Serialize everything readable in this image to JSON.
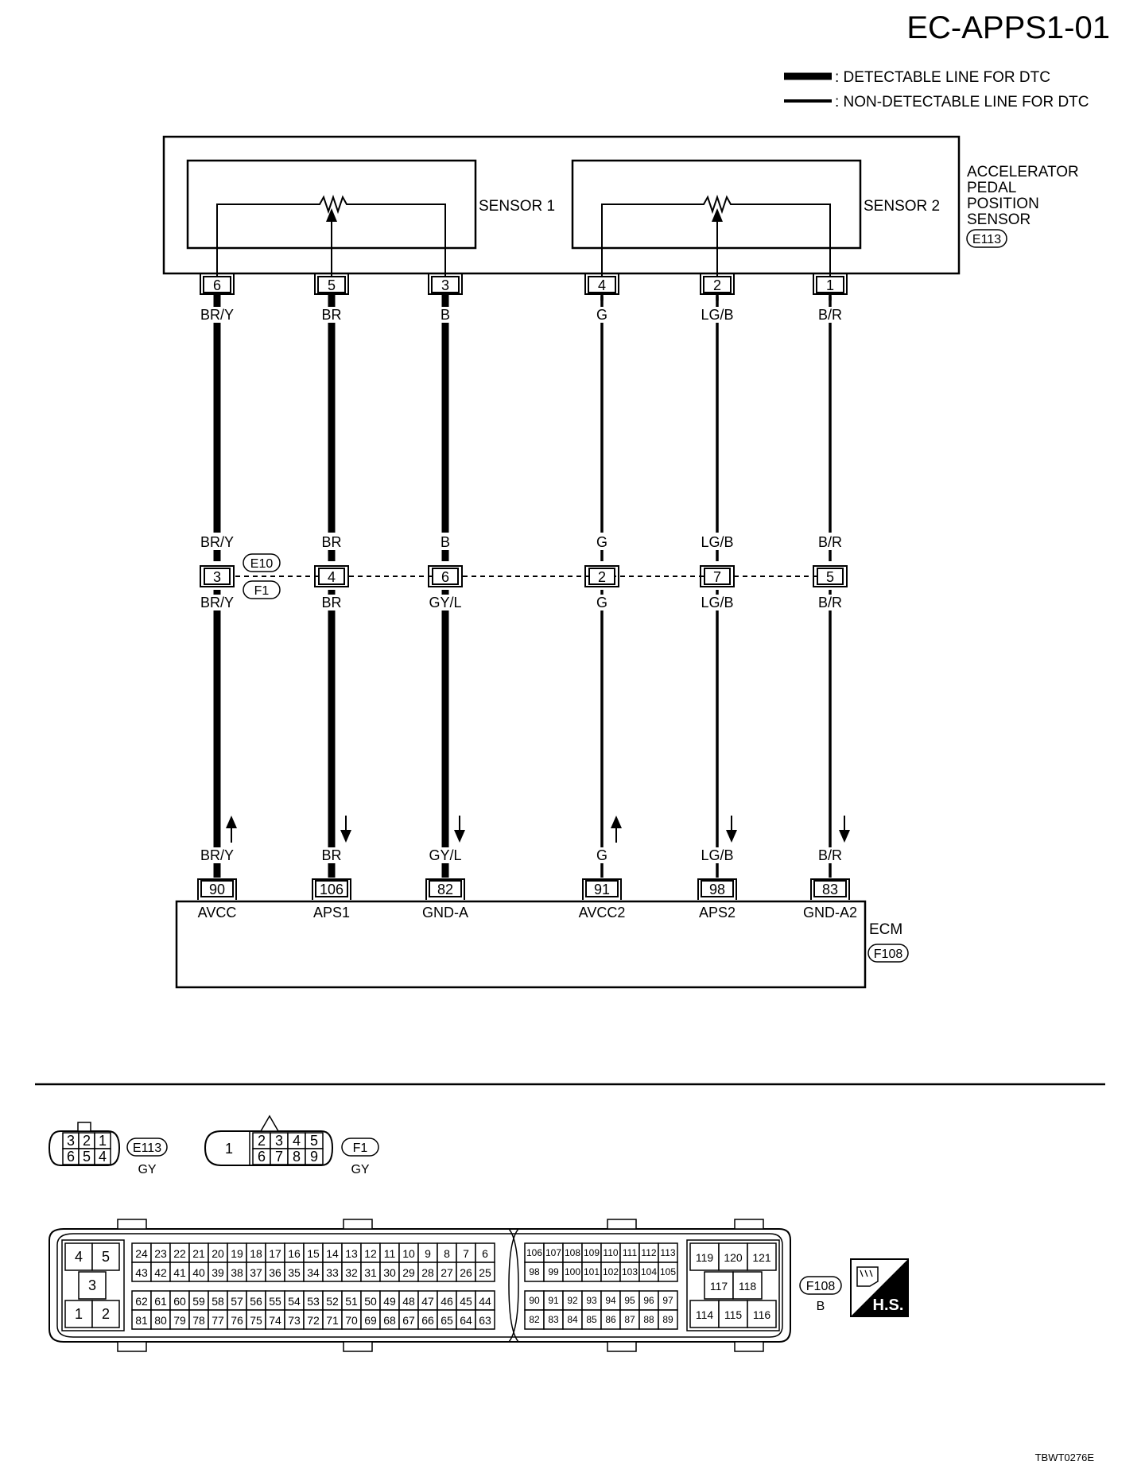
{
  "page": {
    "title": "EC-APPS1-01",
    "code": "TBWT0276E"
  },
  "legend": {
    "detectable": ": DETECTABLE LINE FOR DTC",
    "non_detectable": ": NON-DETECTABLE LINE FOR DTC"
  },
  "sensor": {
    "name_lines": [
      "ACCELERATOR",
      "PEDAL",
      "POSITION",
      "SENSOR"
    ],
    "connector": "E113",
    "sensor1_label": "SENSOR 1",
    "sensor2_label": "SENSOR 2"
  },
  "joint": {
    "upper": "E10",
    "lower": "F1"
  },
  "ecm": {
    "name": "ECM",
    "connector": "F108"
  },
  "wires": [
    {
      "sensor_pin": "6",
      "top_color": "BR/Y",
      "joint_pin": "3",
      "joint_top_color": "BR/Y",
      "joint_bottom_color": "BR/Y",
      "ecm_color": "BR/Y",
      "ecm_pin": "90",
      "signal": "AVCC",
      "detectable": true,
      "arrow": "up"
    },
    {
      "sensor_pin": "5",
      "top_color": "BR",
      "joint_pin": "4",
      "joint_top_color": "BR",
      "joint_bottom_color": "BR",
      "ecm_color": "BR",
      "ecm_pin": "106",
      "signal": "APS1",
      "detectable": true,
      "arrow": "down"
    },
    {
      "sensor_pin": "3",
      "top_color": "B",
      "joint_pin": "6",
      "joint_top_color": "B",
      "joint_bottom_color": "GY/L",
      "ecm_color": "GY/L",
      "ecm_pin": "82",
      "signal": "GND-A",
      "detectable": true,
      "arrow": "down"
    },
    {
      "sensor_pin": "4",
      "top_color": "G",
      "joint_pin": "2",
      "joint_top_color": "G",
      "joint_bottom_color": "G",
      "ecm_color": "G",
      "ecm_pin": "91",
      "signal": "AVCC2",
      "detectable": false,
      "arrow": "up"
    },
    {
      "sensor_pin": "2",
      "top_color": "LG/B",
      "joint_pin": "7",
      "joint_top_color": "LG/B",
      "joint_bottom_color": "LG/B",
      "ecm_color": "LG/B",
      "ecm_pin": "98",
      "signal": "APS2",
      "detectable": false,
      "arrow": "down"
    },
    {
      "sensor_pin": "1",
      "top_color": "B/R",
      "joint_pin": "5",
      "joint_top_color": "B/R",
      "joint_bottom_color": "B/R",
      "ecm_color": "B/R",
      "ecm_pin": "83",
      "signal": "GND-A2",
      "detectable": false,
      "arrow": "down"
    }
  ],
  "connector_views": {
    "e113": {
      "ref": "E113",
      "color": "GY",
      "rows": [
        [
          "3",
          "2",
          "1"
        ],
        [
          "6",
          "5",
          "4"
        ]
      ]
    },
    "f1": {
      "ref": "F1",
      "color": "GY",
      "big_pin": "1",
      "rows": [
        [
          "2",
          "3",
          "4",
          "5"
        ],
        [
          "6",
          "7",
          "8",
          "9"
        ]
      ]
    },
    "f108": {
      "ref": "F108",
      "color": "B",
      "left_block": {
        "top": [
          "4",
          "5"
        ],
        "mid": "3",
        "bottom": [
          "1",
          "2"
        ]
      },
      "main_rows": [
        [
          "24",
          "23",
          "22",
          "21",
          "20",
          "19",
          "18",
          "17",
          "16",
          "15",
          "14",
          "13",
          "12",
          "11",
          "10",
          "9",
          "8",
          "7",
          "6"
        ],
        [
          "43",
          "42",
          "41",
          "40",
          "39",
          "38",
          "37",
          "36",
          "35",
          "34",
          "33",
          "32",
          "31",
          "30",
          "29",
          "28",
          "27",
          "26",
          "25"
        ],
        [
          "62",
          "61",
          "60",
          "59",
          "58",
          "57",
          "56",
          "55",
          "54",
          "53",
          "52",
          "51",
          "50",
          "49",
          "48",
          "47",
          "46",
          "45",
          "44"
        ],
        [
          "81",
          "80",
          "79",
          "78",
          "77",
          "76",
          "75",
          "74",
          "73",
          "72",
          "71",
          "70",
          "69",
          "68",
          "67",
          "66",
          "65",
          "64",
          "63"
        ]
      ],
      "mid_rows": [
        [
          "106",
          "107",
          "108",
          "109",
          "110",
          "111",
          "112",
          "113"
        ],
        [
          "98",
          "99",
          "100",
          "101",
          "102",
          "103",
          "104",
          "105"
        ],
        [
          "90",
          "91",
          "92",
          "93",
          "94",
          "95",
          "96",
          "97"
        ],
        [
          "82",
          "83",
          "84",
          "85",
          "86",
          "87",
          "88",
          "89"
        ]
      ],
      "right_block": {
        "top": [
          "119",
          "120",
          "121"
        ],
        "mid": [
          "117",
          "118"
        ],
        "bottom": [
          "114",
          "115",
          "116"
        ]
      }
    }
  },
  "badge": {
    "text": "H.S."
  }
}
